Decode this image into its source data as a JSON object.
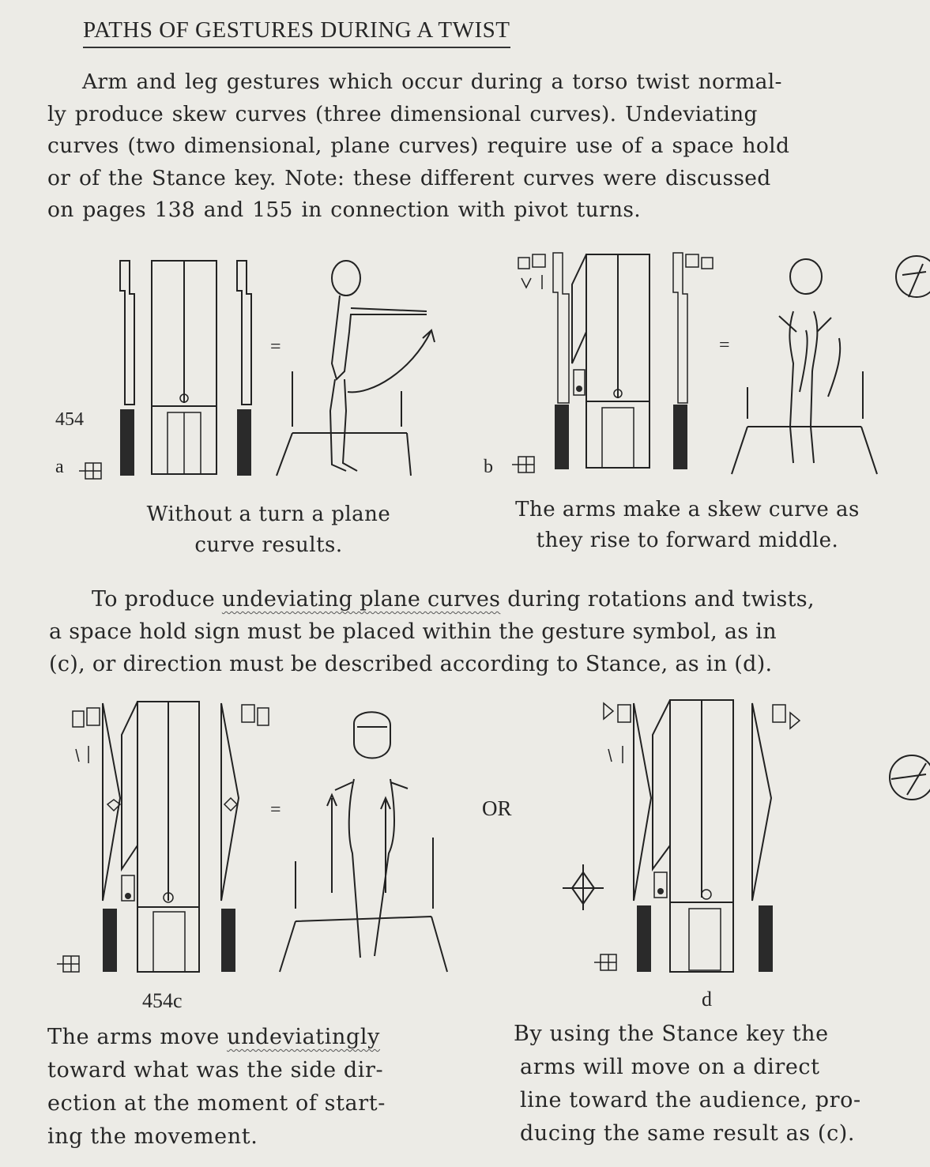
{
  "heading": "PATHS OF GESTURES DURING A TWIST",
  "intro_lines": [
    "Arm and leg gestures which occur during a torso twist normal-",
    "ly produce skew curves (three dimensional curves). Undeviating",
    "curves (two dimensional, plane curves) require use of a space hold",
    "or of the Stance key. Note: these different curves were discussed",
    "on pages 138 and 155 in connection with pivot turns."
  ],
  "figure_a": {
    "number": "454",
    "letter": "a",
    "equals": "=",
    "caption_lines": [
      "Without a turn a plane",
      "curve results."
    ]
  },
  "figure_b": {
    "letter": "b",
    "equals": "=",
    "caption_lines": [
      "The arms make a skew curve as",
      "they rise to forward middle."
    ]
  },
  "middle": {
    "line1_pre": "To produce ",
    "line1_underlined": "undeviating plane curves",
    "line1_post": " during rotations and twists,",
    "line2": "a space hold sign must be placed within the gesture symbol, as in",
    "line3": "(c), or direction must be described according to Stance, as in (d)."
  },
  "figure_c": {
    "label": "454c",
    "equals": "=",
    "caption_line1_pre": "The arms move ",
    "caption_line1_underlined": "undeviatingly",
    "caption_lines_rest": [
      "toward what was the side dir-",
      "ection at the moment of start-",
      "ing the movement."
    ]
  },
  "or_label": "OR",
  "figure_d": {
    "label": "d",
    "caption_lines": [
      "By using the Stance key the",
      "arms will move on a direct",
      "line toward the audience, pro-",
      "ducing the same result as (c)."
    ]
  }
}
